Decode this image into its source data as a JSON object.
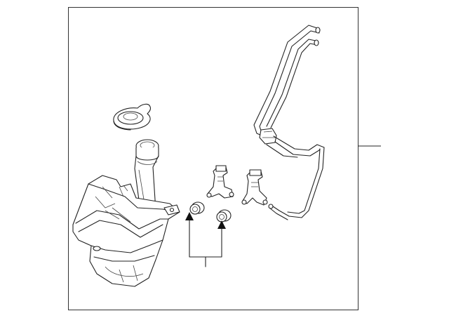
{
  "diagram": {
    "colors": {
      "line": "#222222",
      "background": "#ffffff",
      "frame": "#333333"
    },
    "parts": [
      {
        "name": "washer-fluid-reservoir"
      },
      {
        "name": "filler-cap"
      },
      {
        "name": "filler-neck"
      },
      {
        "name": "washer-pump-left"
      },
      {
        "name": "washer-pump-right"
      },
      {
        "name": "pump-grommet-left"
      },
      {
        "name": "pump-grommet-right"
      },
      {
        "name": "washer-hose"
      }
    ],
    "callouts": [
      {
        "name": "hose-callout-line"
      },
      {
        "name": "grommet-bracket-callout"
      }
    ]
  }
}
